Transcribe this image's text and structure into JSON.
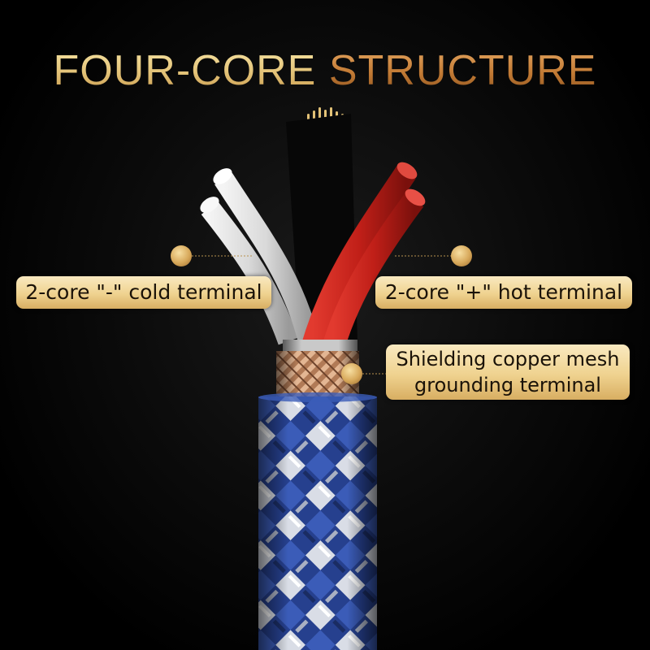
{
  "title": {
    "part1": "FOUR-CORE",
    "part2": "STRUCTURE"
  },
  "labels": {
    "cold": "2-core \"-\" cold terminal",
    "hot": "2-core \"+\" hot terminal",
    "shield_line1": "Shielding copper mesh",
    "shield_line2": "grounding terminal"
  },
  "icons": {
    "title_decoration": "sound-wave-icon"
  },
  "colors": {
    "gold": "#e3c277",
    "copper": "#c27a34",
    "label_bg": "#efd28f",
    "braid_blue": "#2f4fa6",
    "braid_silver": "#d8dce4",
    "wire_red": "#c8251f",
    "wire_white": "#e6e6e6",
    "background": "#000000"
  }
}
